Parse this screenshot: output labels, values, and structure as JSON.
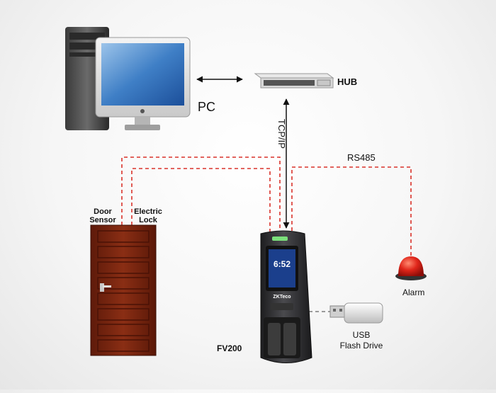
{
  "labels": {
    "pc": "PC",
    "hub": "HUB",
    "tcp_ip": "TCP/IP",
    "rs485": "RS485",
    "door_sensor_line1": "Door",
    "door_sensor_line2": "Sensor",
    "electric_lock_line1": "Electric",
    "electric_lock_line2": "Lock",
    "alarm": "Alarm",
    "usb_line1": "USB",
    "usb_line2": "Flash Drive",
    "device_model": "FV200",
    "device_brand": "ZKTeco",
    "screen_time": "6:52"
  },
  "icons": {
    "pc": "desktop-computer-icon",
    "hub": "network-hub-icon",
    "door": "door-icon",
    "device": "fingervein-terminal-icon",
    "alarm": "alarm-light-icon",
    "usb": "usb-flash-drive-icon"
  },
  "colors": {
    "dashed_line": "#d9322a",
    "usb_line": "#9a9a9a",
    "arrow": "#111111",
    "door": "#7a2410",
    "alarm": "#d41a10",
    "device_body": "#2c2c2e"
  }
}
